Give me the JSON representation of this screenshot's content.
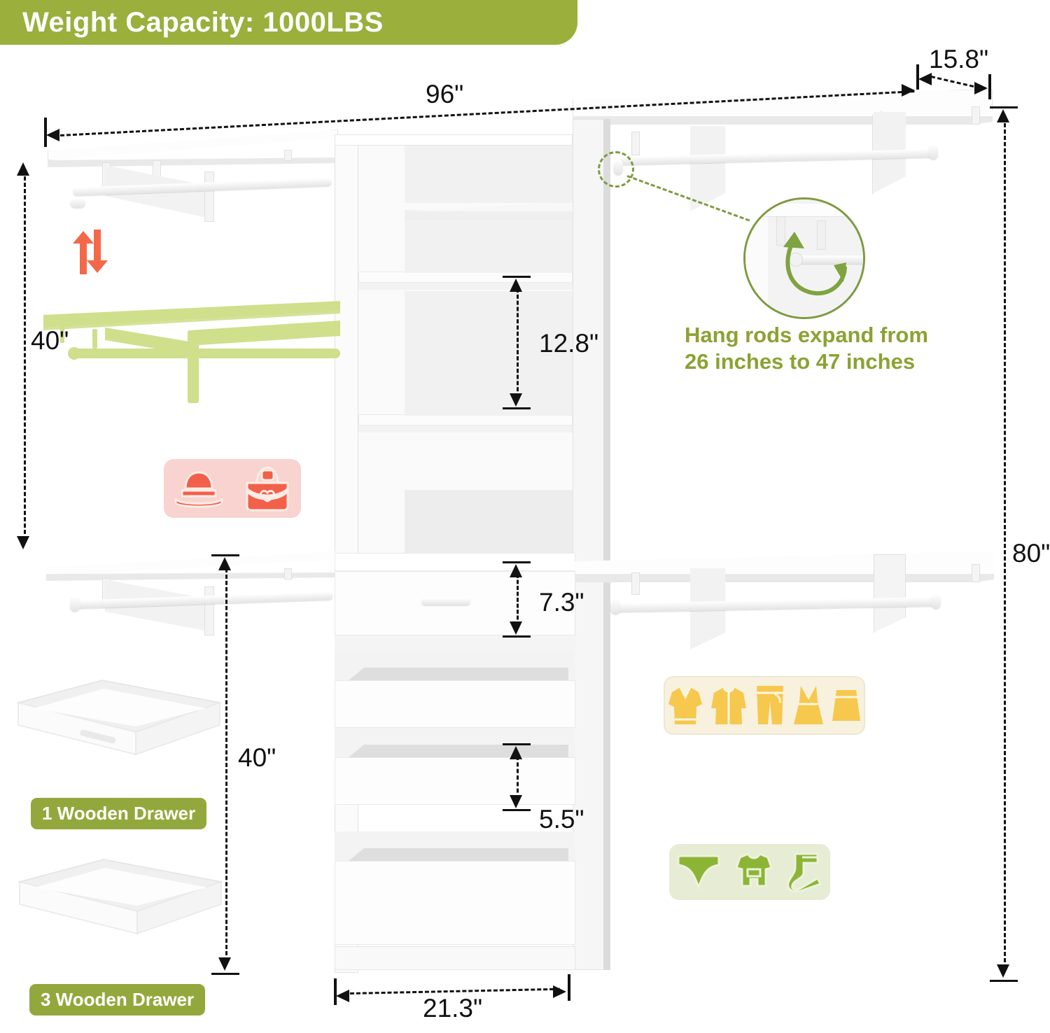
{
  "header": {
    "weight_capacity_label": "Weight Capacity: 1000LBS",
    "badge_color": "#9aaf3c"
  },
  "dimensions": {
    "overall_width": "96\"",
    "depth": "15.8\"",
    "overall_height": "80\"",
    "upper_section_height": "40\"",
    "lower_section_height": "40\"",
    "shelf_gap_upper": "12.8\"",
    "drawer_height_top": "7.3\"",
    "drawer_height_lower": "5.5\"",
    "tower_width": "21.3\""
  },
  "callout": {
    "line1": "Hang rods expand from",
    "line2": "26 inches to 47 inches",
    "text_color": "#8ca233",
    "circle_border_color": "#7d9b3f",
    "rotation_arrow_color": "#7fa340"
  },
  "adjustable_marker": {
    "icon": "up-down-arrows-icon",
    "color": "#f4684a",
    "ghost_shelf_color": "#cfdf8c"
  },
  "drawer_labels": [
    {
      "text": "1 Wooden Drawer"
    },
    {
      "text": "3 Wooden Drawer"
    }
  ],
  "badges": [
    {
      "id": "accessories",
      "background": "#f8d3cf",
      "icon_color": "#f2604a",
      "icons": [
        "sun-hat-icon",
        "handbag-icon"
      ]
    },
    {
      "id": "clothes",
      "background": "#f7f1de",
      "icon_color": "#f7c84e",
      "icons": [
        "polo-shirt-icon",
        "jacket-icon",
        "pants-icon",
        "dress-icon",
        "skirt-icon"
      ]
    },
    {
      "id": "baby",
      "background": "#e7ecd4",
      "icon_color": "#8cb535",
      "icons": [
        "underwear-icon",
        "baby-romper-icon",
        "sock-icon"
      ]
    }
  ],
  "product": {
    "type": "walk-in closet organizer system",
    "color": "white",
    "sections": [
      "left-hanging-section",
      "center-tower",
      "right-hanging-section"
    ],
    "drawer_count_top": 1,
    "drawer_count_bottom": 3
  }
}
